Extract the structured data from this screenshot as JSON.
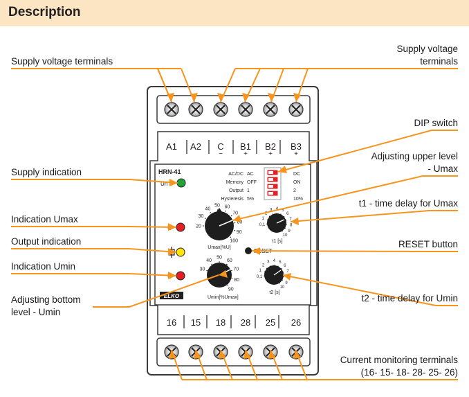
{
  "header": {
    "title": "Description"
  },
  "callouts": {
    "supply_left": "Supply voltage terminals",
    "supply_right_1": "Supply voltage",
    "supply_right_2": "terminals",
    "dip": "DIP switch",
    "upper_1": "Adjusting upper level",
    "upper_2": "- Umax",
    "supply_ind": "Supply indication",
    "umax_ind": "Indication Umax",
    "output_ind": "Output indication",
    "umin_ind": "Indication Umin",
    "bottom_1": "Adjusting bottom",
    "bottom_2": "level - Umin",
    "t1": "t1 - time delay for Umax",
    "reset": "RESET button",
    "t2": "t2 - time delay for Umin",
    "monitor_1": "Current monitoring terminals",
    "monitor_2": "(16- 15- 18- 28- 25- 26)"
  },
  "device": {
    "model": "HRN-41",
    "brand": "ELKO",
    "un": "Un",
    "u": "U",
    "top_terminals": [
      "A1",
      "A2",
      "C",
      "B1",
      "B2",
      "B3"
    ],
    "top_signs": [
      "",
      "",
      "−",
      "+",
      "+",
      "+"
    ],
    "bottom_terminals": [
      "16",
      "15",
      "18",
      "28",
      "25",
      "26"
    ],
    "dip_rows": [
      {
        "name": "AC/DC",
        "left": "AC",
        "right": "DC"
      },
      {
        "name": "Memory",
        "left": "OFF",
        "right": "ON"
      },
      {
        "name": "Output",
        "left": "1",
        "right": "2"
      },
      {
        "name": "Hysteresis",
        "left": "5%",
        "right": "10%"
      }
    ],
    "umax_label": "Umax[%U]",
    "umax_scale": [
      "20",
      "30",
      "40",
      "50",
      "60",
      "70",
      "80",
      "90",
      "100"
    ],
    "umin_label": "Umin[%Umax]",
    "umin_scale": [
      "30",
      "40",
      "50",
      "60",
      "70",
      "80",
      "90"
    ],
    "t1_label": "t1 [s]",
    "t2_label": "t2 [s]",
    "time_scale": [
      "0,1",
      "1",
      "2",
      "3",
      "4",
      "5",
      "6",
      "7",
      "8",
      "9",
      "10"
    ],
    "reset_label": "RESET"
  },
  "colors": {
    "accent": "#f7941d",
    "header_bg": "#fbe5c2",
    "led_green": "#22a33a",
    "led_yellow": "#ffe600",
    "led_red": "#e31e24"
  }
}
